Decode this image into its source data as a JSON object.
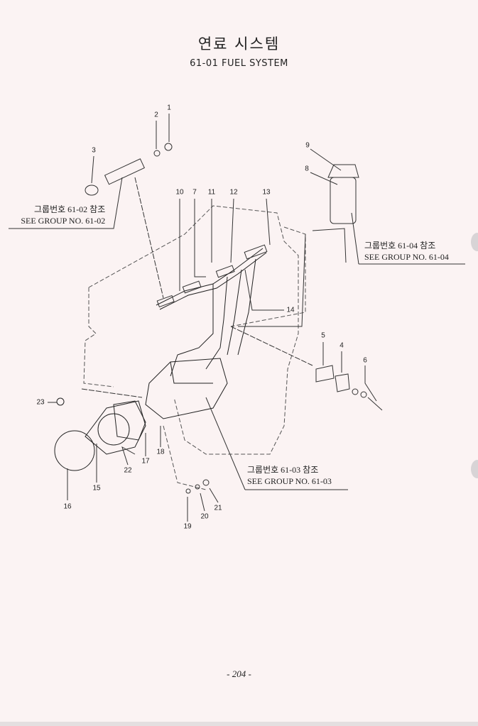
{
  "header": {
    "title_korean": "연료 시스템",
    "title_english": "61-01 FUEL SYSTEM"
  },
  "references": [
    {
      "korean": "그룹번호 61-02 참조",
      "english": "SEE GROUP NO. 61-02"
    },
    {
      "korean": "그룹번호 61-04 참조",
      "english": "SEE GROUP NO. 61-04"
    },
    {
      "korean": "그룹번호 61-03 참조",
      "english": "SEE GROUP NO. 61-03"
    }
  ],
  "parts": [
    "1",
    "2",
    "3",
    "4",
    "5",
    "6",
    "7",
    "8",
    "9",
    "10",
    "11",
    "12",
    "13",
    "14",
    "15",
    "16",
    "17",
    "18",
    "19",
    "20",
    "21",
    "22",
    "23"
  ],
  "footer": {
    "page_number": "- 204 -"
  }
}
